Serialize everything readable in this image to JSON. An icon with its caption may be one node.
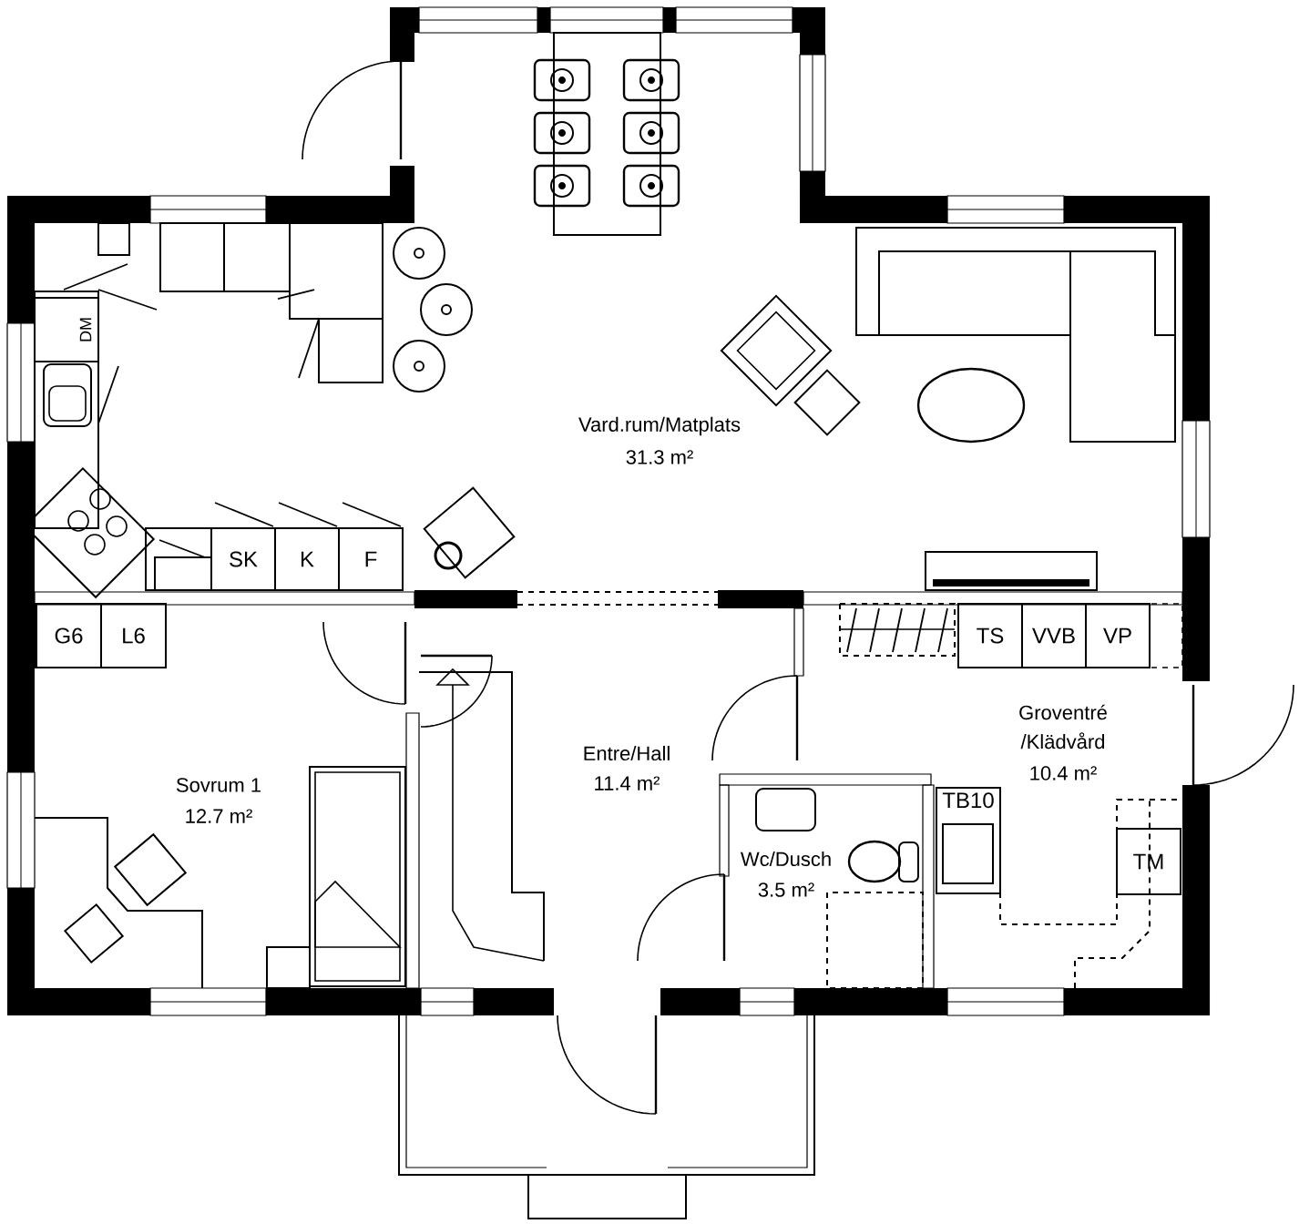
{
  "diagram": {
    "nodes": [
      {
        "text": [
          "DM"
        ]
      },
      {
        "text": [
          "SK"
        ]
      },
      {
        "text": [
          "K"
        ]
      },
      {
        "text": [
          "F"
        ]
      },
      {
        "text": [
          "G6"
        ]
      },
      {
        "text": [
          "L6"
        ]
      },
      {
        "text": [
          "TS"
        ]
      },
      {
        "text": [
          "VVB"
        ]
      },
      {
        "text": [
          "VP"
        ]
      },
      {
        "text": [
          "TB10"
        ]
      },
      {
        "text": [
          "TM"
        ]
      }
    ],
    "labels": [
      "Vard.rum/Matplats",
      "31.3 m²",
      "Groventré /Klädvård",
      "Entre/Hall",
      "10.4 m²",
      "11.4 m²",
      "Sovrum 1",
      "12.7 m²",
      "Wc/Dusch",
      "3.5 m²"
    ]
  }
}
